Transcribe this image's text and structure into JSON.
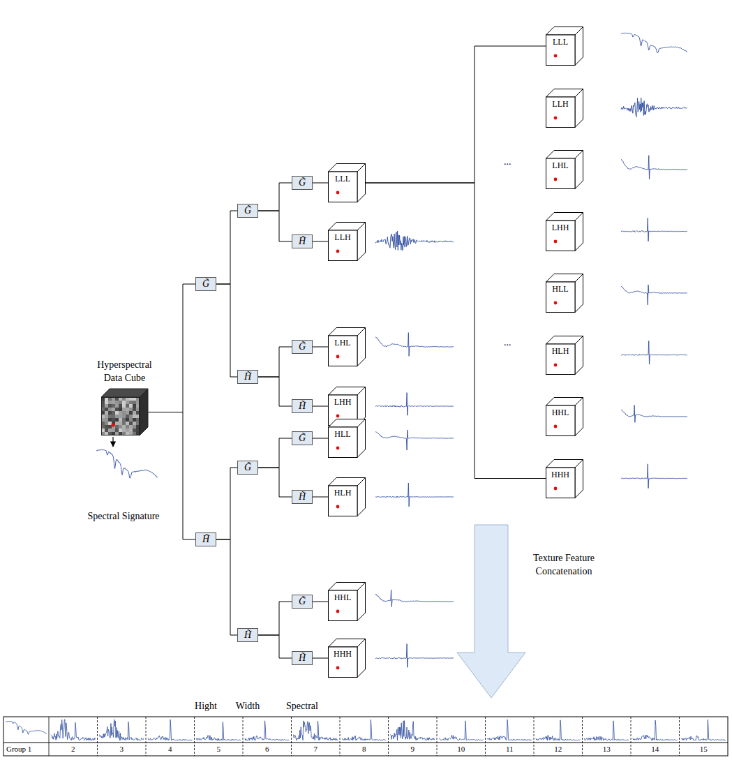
{
  "diagram": {
    "nodes": [
      {
        "text": [
          "Hyperspectral Data Cube"
        ]
      },
      {
        "text": [
          "G̃"
        ]
      },
      {
        "text": [
          "H̃"
        ]
      },
      {
        "text": [
          "G̃"
        ]
      },
      {
        "text": [
          "H̃"
        ]
      },
      {
        "text": [
          "G̃"
        ]
      },
      {
        "text": [
          "H̃"
        ]
      },
      {
        "text": [
          "G̃"
        ]
      },
      {
        "text": [
          "H̃"
        ]
      },
      {
        "text": [
          "G̃"
        ]
      },
      {
        "text": [
          "H̃"
        ]
      },
      {
        "text": [
          "G̃"
        ]
      },
      {
        "text": [
          "H̃"
        ]
      },
      {
        "text": [
          "G̃"
        ]
      },
      {
        "text": [
          "H̃"
        ]
      },
      {
        "text": [
          "LLL"
        ]
      },
      {
        "text": [
          "LLH"
        ]
      },
      {
        "text": [
          "LHL"
        ]
      },
      {
        "text": [
          "LHH"
        ]
      },
      {
        "text": [
          "HLL"
        ]
      },
      {
        "text": [
          "HLH"
        ]
      },
      {
        "text": [
          "HHL"
        ]
      },
      {
        "text": [
          "HHH"
        ]
      },
      {
        "text": [
          "LLL"
        ]
      },
      {
        "text": [
          "LLH"
        ]
      },
      {
        "text": [
          "LHL"
        ]
      },
      {
        "text": [
          "LHH"
        ]
      },
      {
        "text": [
          "HLL"
        ]
      },
      {
        "text": [
          "HLH"
        ]
      },
      {
        "text": [
          "HHL"
        ]
      },
      {
        "text": [
          "HHH"
        ]
      }
    ],
    "edges": [
      {
        "from": 0,
        "to": 1,
        "arrow": "none"
      },
      {
        "from": 0,
        "to": 2,
        "arrow": "none"
      },
      {
        "from": 1,
        "to": 3,
        "arrow": "none"
      },
      {
        "from": 1,
        "to": 4,
        "arrow": "none"
      },
      {
        "from": 2,
        "to": 5,
        "arrow": "none"
      },
      {
        "from": 2,
        "to": 6,
        "arrow": "none"
      },
      {
        "from": 3,
        "to": 7,
        "arrow": "none"
      },
      {
        "from": 3,
        "to": 8,
        "arrow": "none"
      },
      {
        "from": 4,
        "to": 9,
        "arrow": "none"
      },
      {
        "from": 4,
        "to": 10,
        "arrow": "none"
      },
      {
        "from": 5,
        "to": 11,
        "arrow": "none"
      },
      {
        "from": 5,
        "to": 12,
        "arrow": "none"
      },
      {
        "from": 6,
        "to": 13,
        "arrow": "none"
      },
      {
        "from": 6,
        "to": 14,
        "arrow": "none"
      },
      {
        "from": 7,
        "to": 15,
        "arrow": "none"
      },
      {
        "from": 8,
        "to": 16,
        "arrow": "none"
      },
      {
        "from": 9,
        "to": 17,
        "arrow": "none"
      },
      {
        "from": 10,
        "to": 18,
        "arrow": "none"
      },
      {
        "from": 11,
        "to": 19,
        "arrow": "none"
      },
      {
        "from": 12,
        "to": 20,
        "arrow": "none"
      },
      {
        "from": 13,
        "to": 21,
        "arrow": "none"
      },
      {
        "from": 14,
        "to": 22,
        "arrow": "none"
      },
      {
        "from": 15,
        "to": 23,
        "arrow": "none"
      },
      {
        "from": 15,
        "to": 30,
        "arrow": "none"
      }
    ],
    "labels": [
      "Spectral Signature",
      "...",
      "...",
      "Texture Feature Concatenation",
      "Hight",
      "Width",
      "Spectral",
      "Group 1",
      "2",
      "3",
      "4",
      "5",
      "6",
      "7",
      "8",
      "9",
      "10",
      "11",
      "12",
      "13",
      "14",
      "15"
    ]
  }
}
